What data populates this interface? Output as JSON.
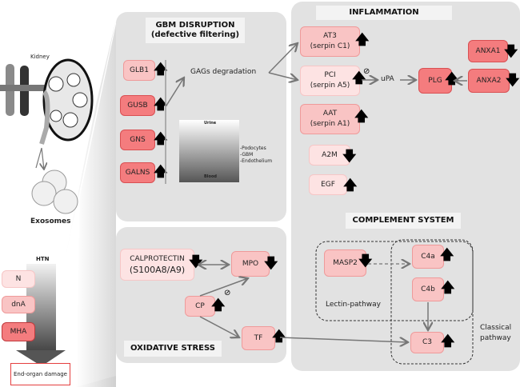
{
  "left": {
    "kidney_label": "Kidney",
    "exosomes_label": "Exosomes",
    "htn_label": "HTN",
    "groups": [
      {
        "label": "N",
        "level": "low"
      },
      {
        "label": "dnA",
        "level": "mid"
      },
      {
        "label": "MHA",
        "level": "high"
      }
    ],
    "outcome": "End-organ damage"
  },
  "gbm": {
    "title_line1": "GBM DISRUPTION",
    "title_line2": "(defective filtering)",
    "genes": [
      {
        "label": "GLB1",
        "direction": "up",
        "level": "mid"
      },
      {
        "label": "GUSB",
        "direction": "up",
        "level": "high"
      },
      {
        "label": "GNS",
        "direction": "up",
        "level": "high"
      },
      {
        "label": "GALNS",
        "direction": "up",
        "level": "high"
      }
    ],
    "process_label": "GAGs degradation",
    "filter_image": {
      "top": "Urine",
      "bottom": "Blood",
      "layers": [
        "-Podocytes",
        "-GBM",
        "-Endothelium"
      ]
    }
  },
  "inflammation": {
    "title": "INFLAMMATION",
    "nodes": {
      "at3": {
        "line1": "AT3",
        "line2": "(serpin C1)",
        "direction": "up"
      },
      "pci": {
        "line1": "PCI",
        "line2": "(serpin A5)",
        "direction": "up"
      },
      "aat": {
        "line1": "AAT",
        "line2": "(serpin A1)",
        "direction": "up"
      },
      "a2m": {
        "label": "A2M",
        "direction": "down"
      },
      "egf": {
        "label": "EGF",
        "direction": "up"
      },
      "upa": {
        "label": "uPA"
      },
      "plg": {
        "label": "PLG",
        "direction": "up"
      },
      "anxa1": {
        "label": "ANXA1",
        "direction": "down"
      },
      "anxa2": {
        "label": "ANXA2",
        "direction": "down"
      }
    }
  },
  "complement": {
    "title": "COMPLEMENT SYSTEM",
    "masp2": {
      "label": "MASP2",
      "direction": "down"
    },
    "c4a": {
      "label": "C4a",
      "direction": "up"
    },
    "c4b": {
      "label": "C4b",
      "direction": "up"
    },
    "c3": {
      "label": "C3",
      "direction": "up"
    },
    "lectin_label": "Lectin-pathway",
    "classical_label_1": "Classical",
    "classical_label_2": "pathway"
  },
  "oxidative": {
    "title": "OXIDATIVE STRESS",
    "calprotectin_line1": "CALPROTECTIN",
    "calprotectin_line2": "(S100A8/A9)",
    "mpo": {
      "label": "MPO",
      "direction": "down"
    },
    "cp": {
      "label": "CP",
      "direction": "up"
    },
    "tf": {
      "label": "TF",
      "direction": "up"
    }
  },
  "symbols": {
    "up": "🡅",
    "down": "🡇",
    "inhibit": "⊘"
  }
}
